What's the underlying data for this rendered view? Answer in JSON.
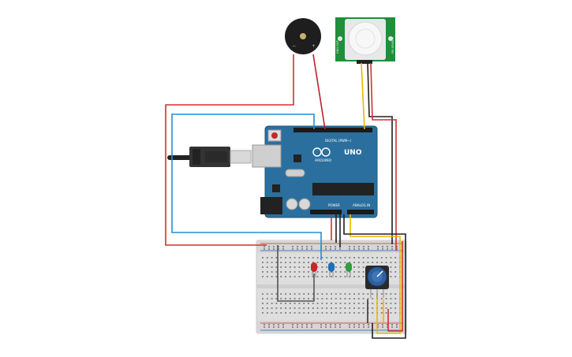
{
  "board": {
    "name": "UNO",
    "brand": "ARDUINO",
    "digital_label": "DIGITAL (PWM~)",
    "power_label": "POWER",
    "analog_label": "ANALOG IN",
    "color": "#2b6f9e"
  },
  "pir": {
    "label_left": "GND OUT",
    "label_right": "PIR SENSOR",
    "color": "#1f8f3a"
  },
  "buzzer": {
    "minus": "−",
    "plus": "+"
  },
  "breadboard": {
    "color": "#dcdcdc"
  },
  "leds": [
    {
      "name": "red",
      "color": "#c62828"
    },
    {
      "name": "blue",
      "color": "#1e6fb3"
    },
    {
      "name": "green",
      "color": "#2e9e3e"
    }
  ],
  "wire_colors": {
    "red": "#d03030",
    "black": "#202020",
    "blue": "#1f8fd0",
    "yellow": "#e9b800",
    "gray": "#555555"
  }
}
